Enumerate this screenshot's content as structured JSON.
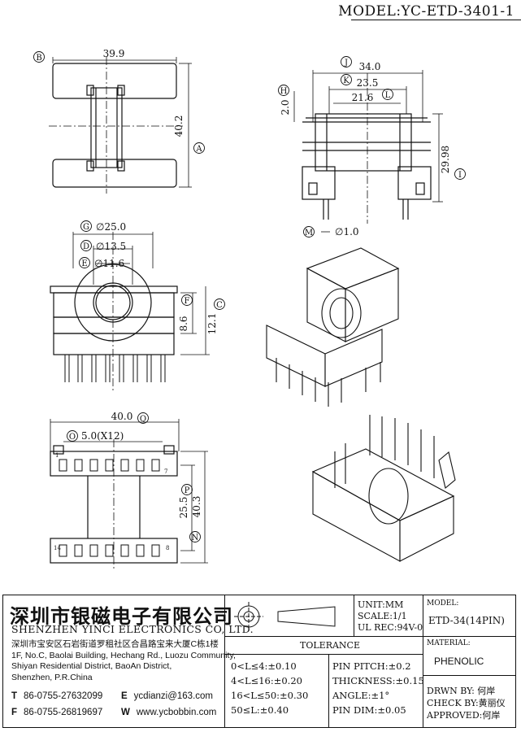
{
  "title": {
    "model_line": "MODEL:YC-ETD-3401-1"
  },
  "callouts": {
    "A": "A",
    "B": "B",
    "C": "C",
    "D": "D",
    "E": "E",
    "F": "F",
    "G": "G",
    "H": "H",
    "I": "I",
    "J": "J",
    "K": "K",
    "L": "L",
    "M": "M",
    "N": "N",
    "O": "O",
    "P": "P",
    "Q": "Q"
  },
  "dims": {
    "top_width": "39.9",
    "top_height": "40.2",
    "j_width": "34.0",
    "k_width": "23.5",
    "l_width": "21.6",
    "h_height": "2.0",
    "i_height": "29.98",
    "m_pin": "∅1.0",
    "g_dia": "∅25.0",
    "d_dia": "∅13.5",
    "e_dia": "∅11.6",
    "f_height": "8.6",
    "c_height": "12.1",
    "q_width": "40.0",
    "o_pitch": "5.0(X12)",
    "p_height": "25.5",
    "n_height": "40.3",
    "pin_first": "1",
    "pin_seven": "7",
    "pin_fourteen": "14",
    "pin_eight": "8"
  },
  "company": {
    "name_cn": "深圳市银磁电子有限公司",
    "name_en": "SHENZHEN YINCI ELECTRONICS CO, LTD.",
    "address_cn": "深圳市宝安区石岩街道罗租社区合昌路宝来大厦C栋1楼",
    "address_en_1": "1F, No.C, Baolai Building, Hechang Rd., Luozu Community,",
    "address_en_2": "Shiyan Residential District, BaoAn District,",
    "address_en_3": "Shenzhen, P.R.China",
    "tel_label": "T",
    "tel": "86-0755-27632099",
    "fax_label": "F",
    "fax": "86-0755-26819697",
    "email_label": "E",
    "email": "ycdianzi@163.com",
    "web_label": "W",
    "web": "www.ycbobbin.com"
  },
  "specs": {
    "unit": "UNIT:MM",
    "scale": "SCALE:1/1",
    "ul": "UL REC:94V-0",
    "model_label": "MODEL:",
    "model_value": "ETD-34(14PIN)",
    "material_label": "MATERIAL:",
    "material_value": "PHENOLIC",
    "drawn": "DRWN BY: 何岸",
    "check": "CHECK BY:黄丽仪",
    "approved": "APPROVED:何岸"
  },
  "tolerance": {
    "header": "TOLERANCE",
    "left": [
      "0<L≤4:±0.10",
      "4<L≤16:±0.20",
      "16<L≤50:±0.30",
      "50≤L:±0.40"
    ],
    "right": [
      "PIN PITCH:±0.2",
      "THICKNESS:±0.15",
      "ANGLE:±1°",
      "PIN DIM:±0.05"
    ]
  }
}
